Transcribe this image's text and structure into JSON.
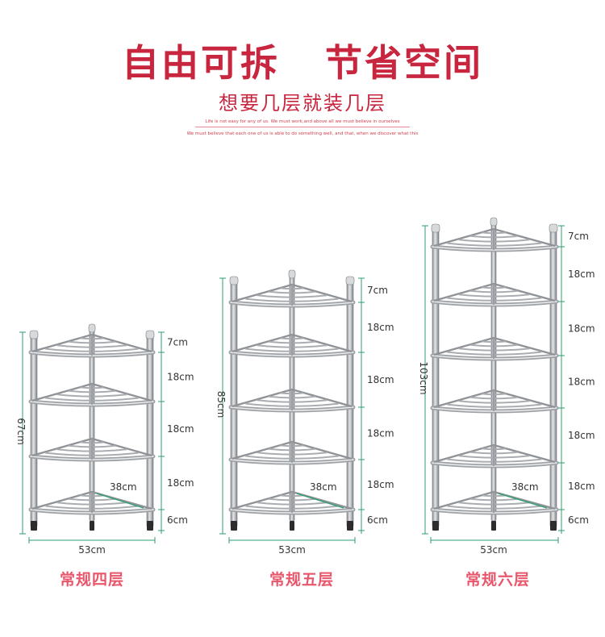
{
  "header": {
    "title_left": "自由可拆",
    "title_right": "节省空间",
    "subtitle": "想要几层就装几层",
    "tagline_1": "Life is not easy for any of us. We must work,and above all we must believe in ourselves",
    "tagline_2": "We must believe that each one of us is able to do something well, and that, when we discover what this"
  },
  "colors": {
    "accent": "#c8263f",
    "label": "#e8566b",
    "dimension_line": "#2f9e72",
    "steel": "#b5b9bc"
  },
  "racks": [
    {
      "name": "常规四层",
      "height": "67cm",
      "width": "53cm",
      "depth": "38cm",
      "segments": [
        "7cm",
        "18cm",
        "18cm",
        "18cm",
        "6cm"
      ]
    },
    {
      "name": "常规五层",
      "height": "85cm",
      "width": "53cm",
      "depth": "38cm",
      "segments": [
        "7cm",
        "18cm",
        "18cm",
        "18cm",
        "18cm",
        "6cm"
      ]
    },
    {
      "name": "常规六层",
      "height": "103cm",
      "width": "53cm",
      "depth": "38cm",
      "segments": [
        "7cm",
        "18cm",
        "18cm",
        "18cm",
        "18cm",
        "18cm",
        "6cm"
      ]
    }
  ]
}
